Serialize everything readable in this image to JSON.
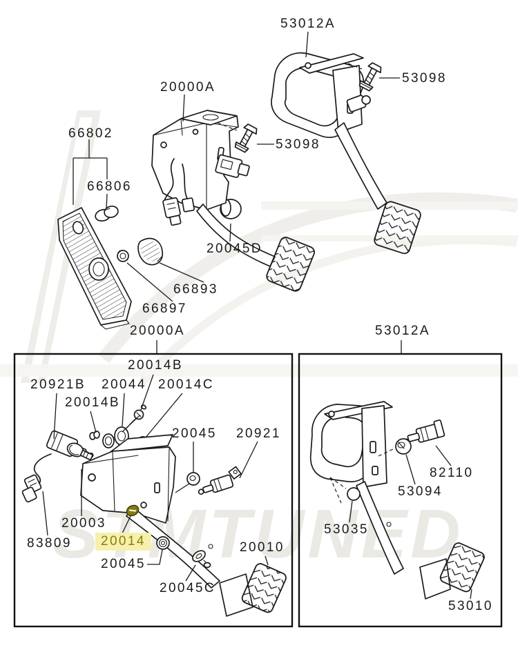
{
  "watermark": {
    "text": "STMTUNED"
  },
  "colors": {
    "line": "#1a1a1a",
    "background": "#ffffff",
    "highlight_background": "#f5f0ad",
    "highlight_text": "#8a7d05",
    "watermark": "#ebe9e4"
  },
  "highlighted_part": "20014",
  "top_view": {
    "labels": {
      "part_20000a": "20000A",
      "part_53012a": "53012A",
      "part_53098_upper": "53098",
      "part_53098_lower": "53098",
      "part_66802": "66802",
      "part_66806": "66806",
      "part_20045d": "20045D",
      "part_66893": "66893",
      "part_66897": "66897"
    }
  },
  "left_box": {
    "title": "20000A",
    "labels": {
      "part_20014b_top": "20014B",
      "part_20921b": "20921B",
      "part_20044": "20044",
      "part_20014c": "20014C",
      "part_20014b_mid": "20014B",
      "part_20045_upper": "20045",
      "part_20921": "20921",
      "part_20003": "20003",
      "part_83809": "83809",
      "part_20014": "20014",
      "part_20045_lower": "20045",
      "part_20045c": "20045C",
      "part_20010": "20010"
    }
  },
  "right_box": {
    "title": "53012A",
    "labels": {
      "part_82110": "82110",
      "part_53094": "53094",
      "part_53035": "53035",
      "part_53010": "53010"
    }
  }
}
